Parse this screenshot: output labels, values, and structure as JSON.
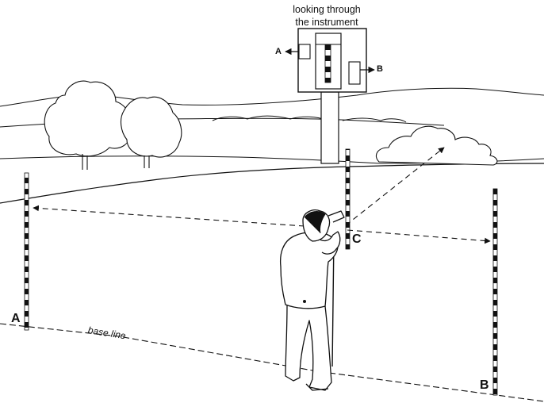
{
  "caption": {
    "line1": "looking through",
    "line2": "the instrument"
  },
  "inset_labels": {
    "a": "A",
    "b": "B"
  },
  "points": {
    "a": "A",
    "b": "B",
    "c": "C"
  },
  "baseline_label": "base line",
  "colors": {
    "ink": "#111111",
    "background": "#ffffff"
  }
}
